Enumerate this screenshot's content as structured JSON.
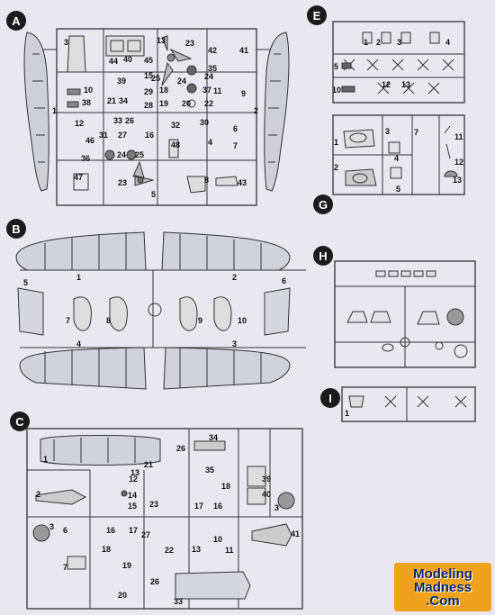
{
  "sprues": [
    {
      "id": "A",
      "key": "a"
    },
    {
      "id": "B",
      "key": "b"
    },
    {
      "id": "C",
      "key": "c"
    },
    {
      "id": "E",
      "key": "e"
    },
    {
      "id": "G",
      "key": "g"
    },
    {
      "id": "H",
      "key": "h"
    },
    {
      "id": "I",
      "key": "i"
    }
  ],
  "sprue_a": {
    "letter": "A",
    "labels": {
      "l1": "1",
      "l2": "2",
      "l3": "3",
      "l4": "4",
      "l5": "5",
      "l6": "6",
      "l7": "7",
      "l8": "8",
      "l9": "9",
      "l10": "10",
      "l11": "11",
      "l12": "12",
      "l13": "13",
      "l15": "15",
      "l16": "16",
      "l18": "18",
      "l19": "19",
      "l20": "20",
      "l21": "21",
      "l22": "22",
      "l23": "23",
      "l23b": "23",
      "l24": "24",
      "l24b": "24",
      "l24c": "24",
      "l25": "25",
      "l25b": "25",
      "l26": "26",
      "l27": "27",
      "l28": "28",
      "l29": "29",
      "l30": "30",
      "l31": "31",
      "l32": "32",
      "l33": "33",
      "l34": "34",
      "l35": "35",
      "l36": "36",
      "l37": "37",
      "l38": "38",
      "l39": "39",
      "l40": "40",
      "l41": "41",
      "l42": "42",
      "l43": "43",
      "l44": "44",
      "l45": "45",
      "l46": "46",
      "l47": "47",
      "l48": "48"
    }
  },
  "sprue_b": {
    "letter": "B",
    "labels": {
      "l1": "1",
      "l2": "2",
      "l3": "3",
      "l4": "4",
      "l5": "5",
      "l6": "6",
      "l7": "7",
      "l8": "8",
      "l9": "9",
      "l10": "10"
    }
  },
  "sprue_c": {
    "letter": "C",
    "labels": {
      "l1": "1",
      "l2": "2",
      "l3": "3",
      "l3b": "3",
      "l6": "6",
      "l7": "7",
      "l10": "10",
      "l11": "11",
      "l12": "12",
      "l13": "13",
      "l13b": "13",
      "l14": "14",
      "l15": "15",
      "l16": "16",
      "l16b": "16",
      "l17": "17",
      "l17b": "17",
      "l18": "18",
      "l18b": "18",
      "l19": "19",
      "l20": "20",
      "l21": "21",
      "l22": "22",
      "l23": "23",
      "l26": "26",
      "l26b": "26",
      "l27": "27",
      "l33": "33",
      "l34": "34",
      "l35": "35",
      "l39": "39",
      "l40": "40",
      "l41": "41"
    }
  },
  "sprue_e": {
    "letter": "E",
    "labels": {
      "l1": "1",
      "l2": "2",
      "l3": "3",
      "l4": "4",
      "l5": "5",
      "l10": "10",
      "l12": "12",
      "l13": "13"
    }
  },
  "sprue_g": {
    "letter": "G",
    "labels": {
      "l1": "1",
      "l2": "2",
      "l3": "3",
      "l4": "4",
      "l5": "5",
      "l7": "7",
      "l11": "11",
      "l12": "12",
      "l13": "13"
    }
  },
  "sprue_h": {
    "letter": "H"
  },
  "sprue_i": {
    "letter": "I",
    "labels": {
      "l1": "1"
    }
  },
  "logo": {
    "line1": "Modeling",
    "line2": "Madness",
    "line3": ".Com"
  }
}
